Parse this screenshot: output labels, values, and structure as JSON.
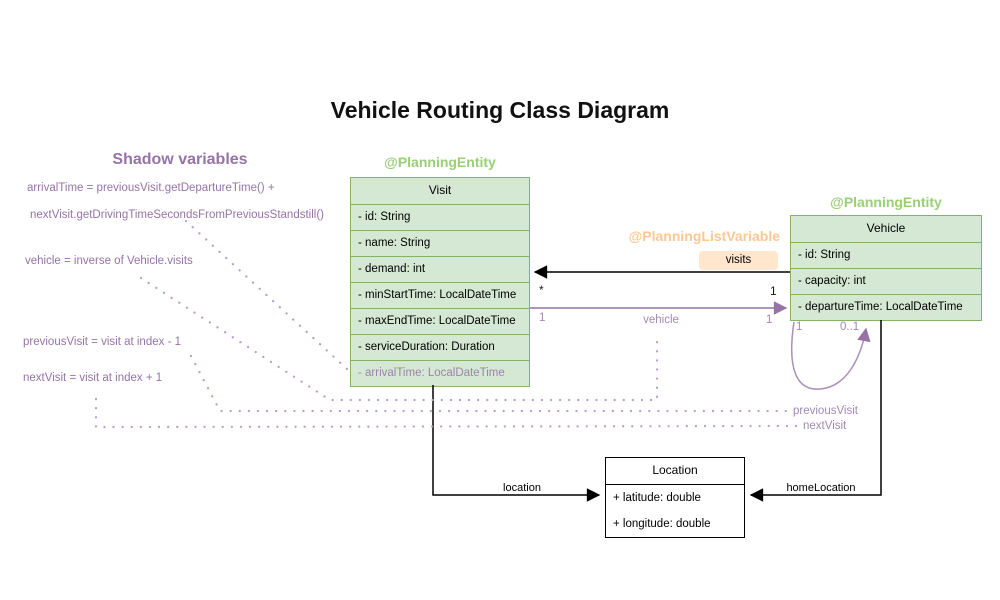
{
  "title": "Vehicle Routing Class Diagram",
  "shadow": {
    "heading": "Shadow variables",
    "lines": [
      "arrivalTime = previousVisit.getDepartureTime() +",
      "nextVisit.getDrivingTimeSecondsFromPreviousStandstill()",
      "vehicle = inverse of Vehicle.visits",
      "previousVisit = visit at index - 1",
      "nextVisit = visit at index + 1"
    ]
  },
  "classes": {
    "visit": {
      "annotation": "@PlanningEntity",
      "name": "Visit",
      "attributes": [
        "- id: String",
        "- name: String",
        "- demand: int",
        "- minStartTime: LocalDateTime",
        "- maxEndTime: LocalDateTime",
        "- serviceDuration: Duration",
        "- arrivalTime: LocalDateTime"
      ]
    },
    "vehicle": {
      "annotation": "@PlanningEntity",
      "name": "Vehicle",
      "attributes": [
        "- id: String",
        "- capacity: int",
        "- departureTime: LocalDateTime"
      ]
    },
    "location": {
      "name": "Location",
      "attributes": [
        "+ latitude: double",
        "+ longitude: double"
      ]
    }
  },
  "relations": {
    "visits": {
      "annotation": "@PlanningListVariable",
      "label": "visits",
      "target_mult": "*",
      "source_mult": "1"
    },
    "vehicle_ref": {
      "label": "vehicle",
      "source_mult": "1",
      "target_mult": "1"
    },
    "self_loop": {
      "source_mult": "1",
      "target_mult": "0..1"
    },
    "previous_visit_label": "previousVisit",
    "next_visit_label": "nextVisit",
    "location_label": "location",
    "home_location_label": "homeLocation"
  },
  "colors": {
    "class_fill_green": "#d5e8d4",
    "class_border_green": "#82b366",
    "entity_annotation_green": "#97d077",
    "list_variable_orange": "#ffc794",
    "visits_badge_fill": "#ffe6cc",
    "purple": "#9673a6",
    "dotted_connector_purple": "#b79dc7",
    "black": "#000000"
  }
}
